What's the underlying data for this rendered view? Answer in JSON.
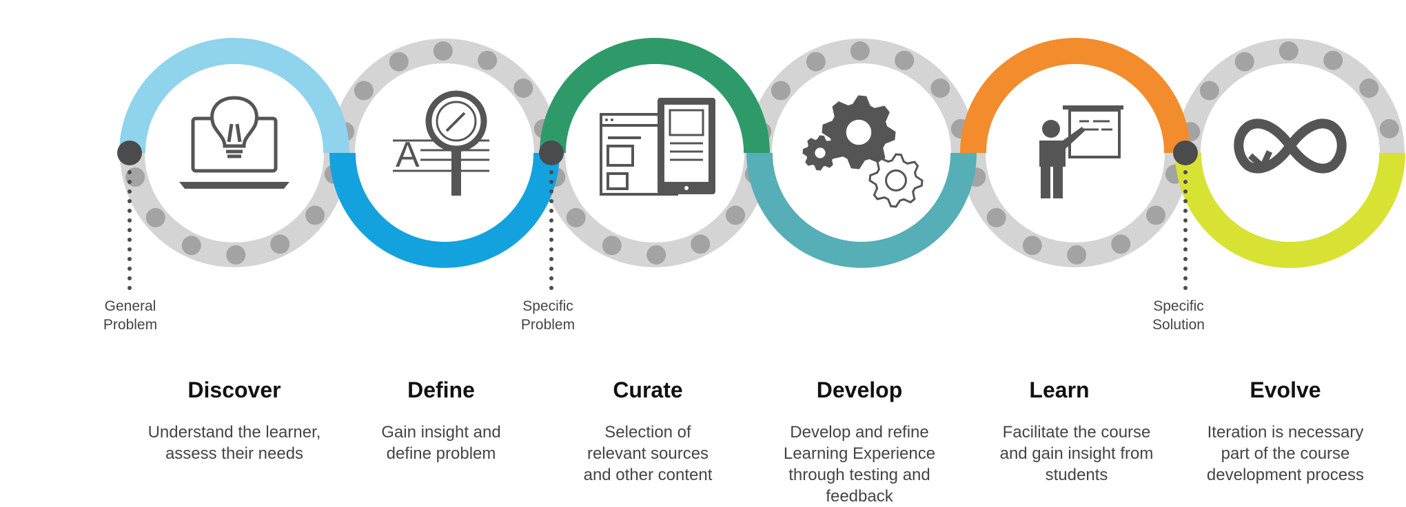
{
  "colors": {
    "discover": "#8fd3ec",
    "define": "#13a2de",
    "curate": "#2e9a6a",
    "develop": "#56aeb7",
    "learn": "#f28c2c",
    "evolve": "#d7e233",
    "track_gray": "#d4d4d4",
    "bead_gray": "#a3a3a3",
    "icon_gray": "#555555",
    "marker_dot": "#4a4b4d"
  },
  "markers": [
    {
      "id": "general",
      "lines": [
        "General",
        "Problem"
      ]
    },
    {
      "id": "specific-problem",
      "lines": [
        "Specific",
        "Problem"
      ]
    },
    {
      "id": "specific-solution",
      "lines": [
        "Specific",
        "Solution"
      ]
    }
  ],
  "stages": [
    {
      "title": "Discover",
      "icon": "laptop-lightbulb-icon",
      "desc": [
        "Understand the learner,",
        "assess their needs"
      ]
    },
    {
      "title": "Define",
      "icon": "magnifier-text-icon",
      "desc": [
        "Gain insight and",
        "define problem"
      ]
    },
    {
      "title": "Curate",
      "icon": "web-tablet-content-icon",
      "desc": [
        "Selection of",
        "relevant sources",
        "and other content"
      ]
    },
    {
      "title": "Develop",
      "icon": "gears-icon",
      "desc": [
        "Develop and refine",
        "Learning Experience",
        "through testing and",
        "feedback"
      ]
    },
    {
      "title": "Learn",
      "icon": "presenter-board-icon",
      "desc": [
        "Facilitate the course",
        "and gain insight from",
        "students"
      ]
    },
    {
      "title": "Evolve",
      "icon": "infinity-loop-icon",
      "desc": [
        "Iteration is necessary",
        "part of the course",
        "development process"
      ]
    }
  ]
}
